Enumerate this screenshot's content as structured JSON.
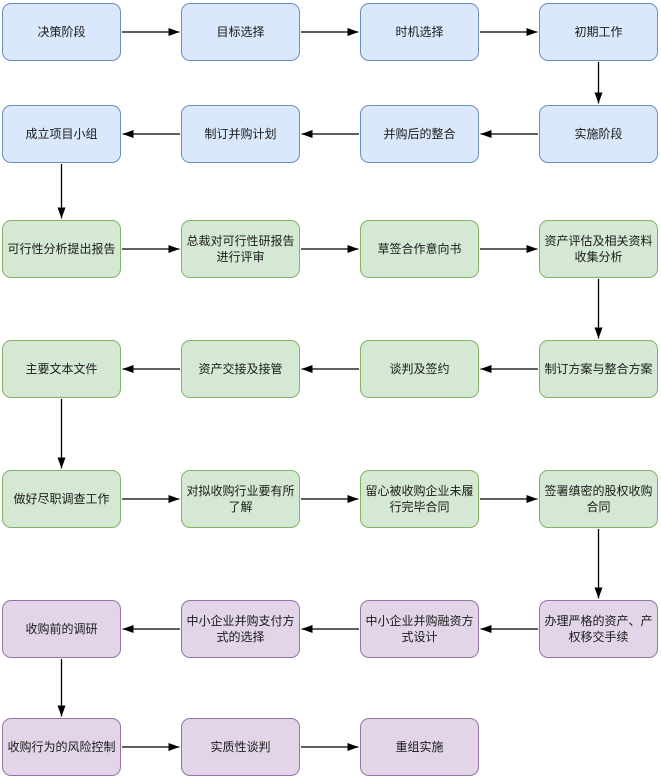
{
  "diagram": {
    "type": "flowchart",
    "background": "#ffffff"
  },
  "colors": {
    "blue": {
      "fill": "#dae8fc",
      "stroke": "#6c8ebf"
    },
    "green": {
      "fill": "#d5e8d4",
      "stroke": "#82b366"
    },
    "purple": {
      "fill": "#e1d5e7",
      "stroke": "#9673a6"
    },
    "arrow": "#000000",
    "text": "#1a1a1a"
  },
  "nodes": [
    {
      "id": "n1",
      "label": "决策阶段",
      "color": "blue",
      "row": 0,
      "col": 0
    },
    {
      "id": "n2",
      "label": "目标选择",
      "color": "blue",
      "row": 0,
      "col": 1
    },
    {
      "id": "n3",
      "label": "时机选择",
      "color": "blue",
      "row": 0,
      "col": 2
    },
    {
      "id": "n4",
      "label": "初期工作",
      "color": "blue",
      "row": 0,
      "col": 3
    },
    {
      "id": "n5",
      "label": "成立项目小组",
      "color": "blue",
      "row": 1,
      "col": 0
    },
    {
      "id": "n6",
      "label": "制订并购计划",
      "color": "blue",
      "row": 1,
      "col": 1
    },
    {
      "id": "n7",
      "label": "并购后的整合",
      "color": "blue",
      "row": 1,
      "col": 2
    },
    {
      "id": "n8",
      "label": "实施阶段",
      "color": "blue",
      "row": 1,
      "col": 3
    },
    {
      "id": "n9",
      "label": "可行性分析提出报告",
      "color": "green",
      "row": 2,
      "col": 0
    },
    {
      "id": "n10",
      "label": "总裁对可行性研报告进行评审",
      "color": "green",
      "row": 2,
      "col": 1
    },
    {
      "id": "n11",
      "label": "草签合作意向书",
      "color": "green",
      "row": 2,
      "col": 2
    },
    {
      "id": "n12",
      "label": "资产评估及相关资料收集分析",
      "color": "green",
      "row": 2,
      "col": 3
    },
    {
      "id": "n13",
      "label": "主要文本文件",
      "color": "green",
      "row": 3,
      "col": 0
    },
    {
      "id": "n14",
      "label": "资产交接及接管",
      "color": "green",
      "row": 3,
      "col": 1
    },
    {
      "id": "n15",
      "label": "谈判及签约",
      "color": "green",
      "row": 3,
      "col": 2
    },
    {
      "id": "n16",
      "label": "制订方案与整合方案",
      "color": "green",
      "row": 3,
      "col": 3
    },
    {
      "id": "n17",
      "label": "做好尽职调查工作",
      "color": "green",
      "row": 4,
      "col": 0
    },
    {
      "id": "n18",
      "label": "对拟收购行业要有所了解",
      "color": "green",
      "row": 4,
      "col": 1
    },
    {
      "id": "n19",
      "label": "留心被收购企业未履行完毕合同",
      "color": "green",
      "row": 4,
      "col": 2
    },
    {
      "id": "n20",
      "label": "签署缜密的股权收购合同",
      "color": "green",
      "row": 4,
      "col": 3
    },
    {
      "id": "n21",
      "label": "收购前的调研",
      "color": "purple",
      "row": 5,
      "col": 0
    },
    {
      "id": "n22",
      "label": "中小企业并购支付方式的选择",
      "color": "purple",
      "row": 5,
      "col": 1
    },
    {
      "id": "n23",
      "label": "中小企业并购融资方式设计",
      "color": "purple",
      "row": 5,
      "col": 2
    },
    {
      "id": "n24",
      "label": "办理严格的资产、产权移交手续",
      "color": "purple",
      "row": 5,
      "col": 3
    },
    {
      "id": "n25",
      "label": "收购行为的风险控制",
      "color": "purple",
      "row": 6,
      "col": 0
    },
    {
      "id": "n26",
      "label": "实质性谈判",
      "color": "purple",
      "row": 6,
      "col": 1
    },
    {
      "id": "n27",
      "label": "重组实施",
      "color": "purple",
      "row": 6,
      "col": 2
    }
  ],
  "edges": [
    {
      "from": "n1",
      "to": "n2"
    },
    {
      "from": "n2",
      "to": "n3"
    },
    {
      "from": "n3",
      "to": "n4"
    },
    {
      "from": "n4",
      "to": "n8"
    },
    {
      "from": "n8",
      "to": "n7"
    },
    {
      "from": "n7",
      "to": "n6"
    },
    {
      "from": "n6",
      "to": "n5"
    },
    {
      "from": "n5",
      "to": "n9"
    },
    {
      "from": "n9",
      "to": "n10"
    },
    {
      "from": "n10",
      "to": "n11"
    },
    {
      "from": "n11",
      "to": "n12"
    },
    {
      "from": "n12",
      "to": "n16"
    },
    {
      "from": "n16",
      "to": "n15"
    },
    {
      "from": "n15",
      "to": "n14"
    },
    {
      "from": "n14",
      "to": "n13"
    },
    {
      "from": "n13",
      "to": "n17"
    },
    {
      "from": "n17",
      "to": "n18"
    },
    {
      "from": "n18",
      "to": "n19"
    },
    {
      "from": "n19",
      "to": "n20"
    },
    {
      "from": "n20",
      "to": "n24"
    },
    {
      "from": "n24",
      "to": "n23"
    },
    {
      "from": "n23",
      "to": "n22"
    },
    {
      "from": "n22",
      "to": "n21"
    },
    {
      "from": "n21",
      "to": "n25"
    },
    {
      "from": "n25",
      "to": "n26"
    },
    {
      "from": "n26",
      "to": "n27"
    }
  ]
}
